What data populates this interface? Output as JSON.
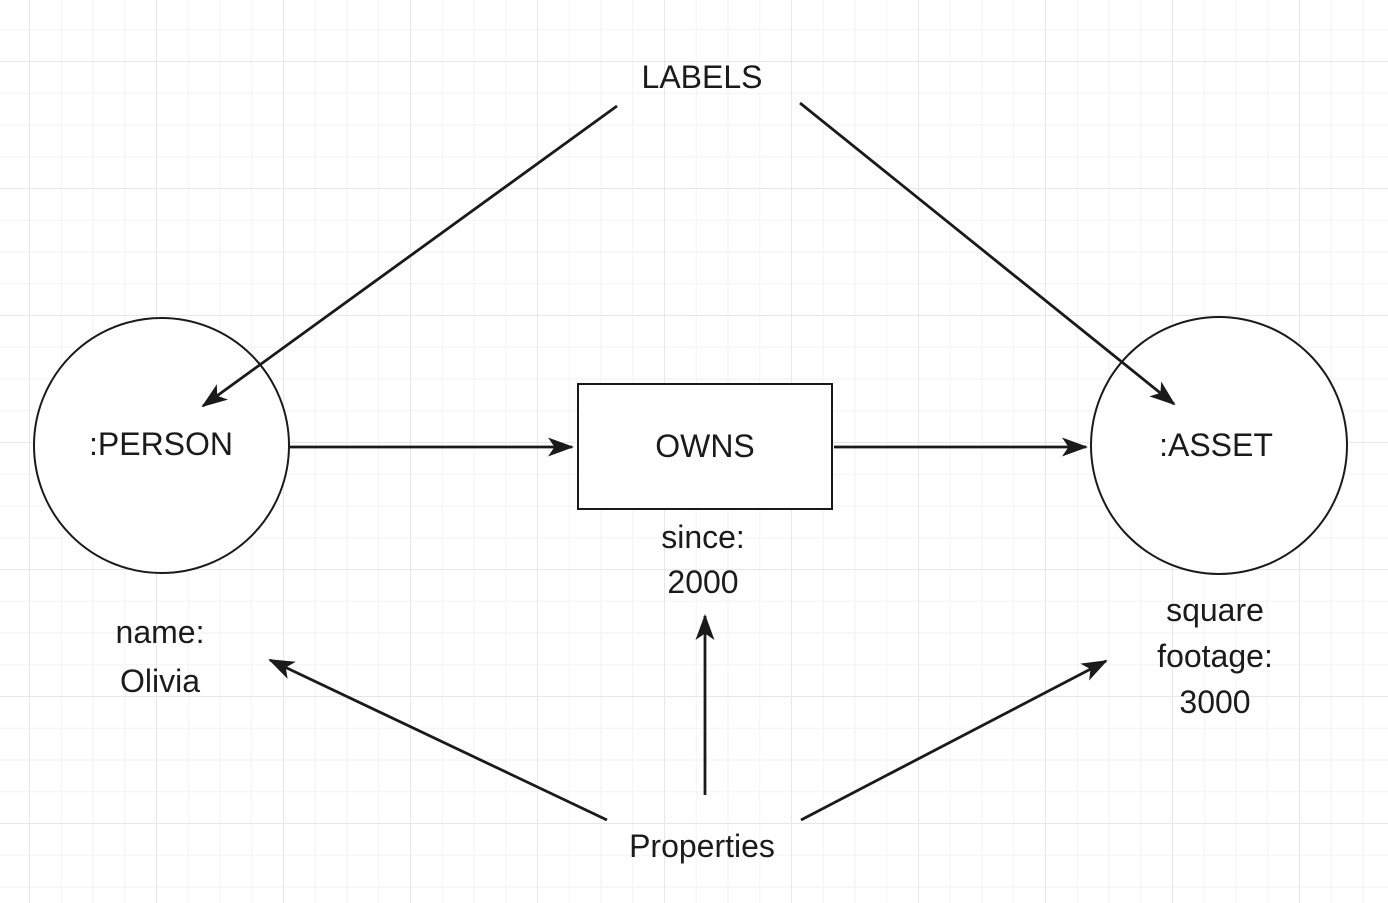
{
  "diagram": {
    "labels_caption": "LABELS",
    "properties_caption": "Properties",
    "person_node": {
      "label": ":PERSON"
    },
    "asset_node": {
      "label": ":ASSET"
    },
    "relationship": {
      "label": "OWNS"
    },
    "person_properties": {
      "line1": "name:",
      "line2": "Olivia"
    },
    "relationship_properties": {
      "line1": "since:",
      "line2": "2000"
    },
    "asset_properties": {
      "line1": "square",
      "line2": "footage:",
      "line3": "3000"
    },
    "colors": {
      "stroke": "#1a1a1a",
      "text": "#1b1b1b",
      "shape_fill": "#ffffff",
      "grid_minor": "#f2f2f2",
      "grid_major": "#e7e7e7",
      "background": "#ffffff"
    }
  }
}
